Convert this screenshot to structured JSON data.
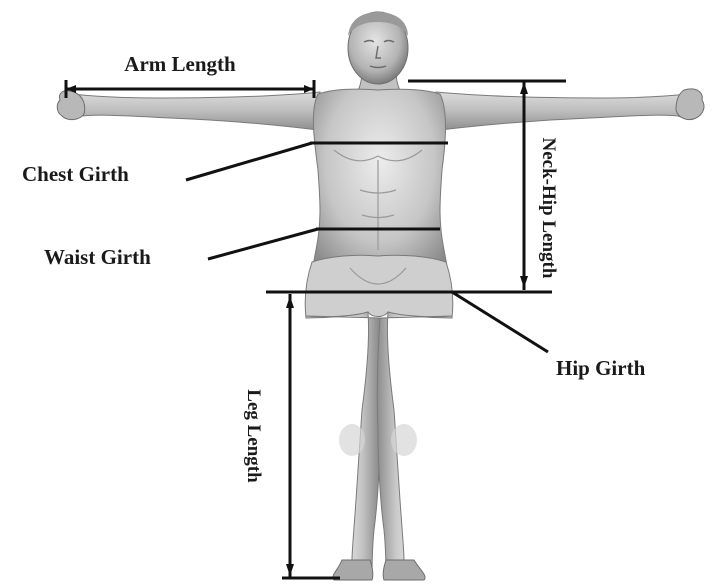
{
  "figure": {
    "labels": {
      "arm_length": "Arm Length",
      "chest_girth": "Chest Girth",
      "waist_girth": "Waist Girth",
      "hip_girth": "Hip Girth",
      "neck_hip_length": "Neck-Hip Length",
      "leg_length": "Leg Length"
    },
    "colors": {
      "background": "#ffffff",
      "body_light": "#e6e6e6",
      "body_mid": "#b5b5b5",
      "body_dark": "#7a7a7a",
      "lines": "#111111"
    }
  }
}
